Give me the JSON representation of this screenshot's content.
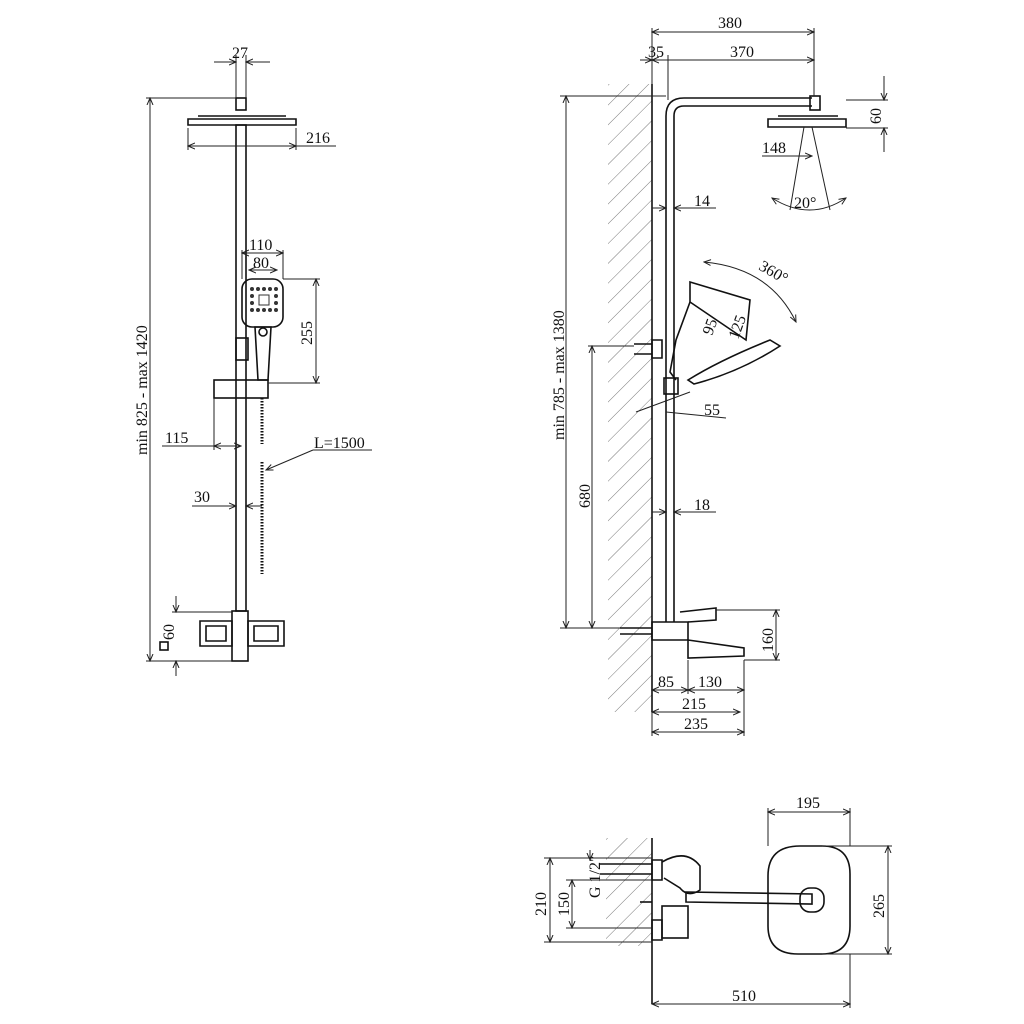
{
  "front_view": {
    "labels": {
      "ceiling_width": "27",
      "head_width": "216",
      "hand_width": "110",
      "hand_inner": "80",
      "hand_height": "255",
      "overall_height": "min 825 - max 1420",
      "holder_offset": "115",
      "hose_length": "L=1500",
      "bar_offset": "30",
      "mixer_height": "60"
    }
  },
  "side_view": {
    "labels": {
      "total_reach": "380",
      "wall_gap": "35",
      "arm_reach": "370",
      "head_thickness": "60",
      "head_radius": "148",
      "tilt_angle": "20°",
      "bar_gap": "14",
      "rotation": "360°",
      "hand_small": "95",
      "hand_large": "125",
      "holder_depth": "55",
      "arm_height": "min 785 - max 1380",
      "mixer_to_arm": "680",
      "bar_gap_lower": "18",
      "mixer_height": "160",
      "mixer_depth": "85",
      "spout_reach": "130",
      "spout_total": "215",
      "total_depth": "235"
    }
  },
  "top_view": {
    "labels": {
      "head_width": "195",
      "head_depth": "265",
      "connection": "G 1/2\"",
      "inlet_spacing": "150",
      "mixer_width": "210",
      "total_depth": "510"
    }
  }
}
